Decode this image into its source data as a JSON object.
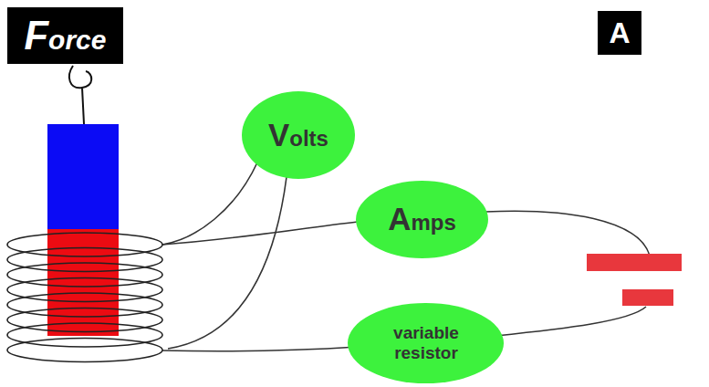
{
  "diagram": {
    "nodes": [
      {
        "text": [
          "Force"
        ]
      },
      {
        "text": [
          "Volts"
        ]
      },
      {
        "text": [
          "Amps"
        ]
      },
      {
        "text": [
          "variable resistor"
        ]
      },
      {
        "text": [
          "A"
        ]
      }
    ]
  }
}
